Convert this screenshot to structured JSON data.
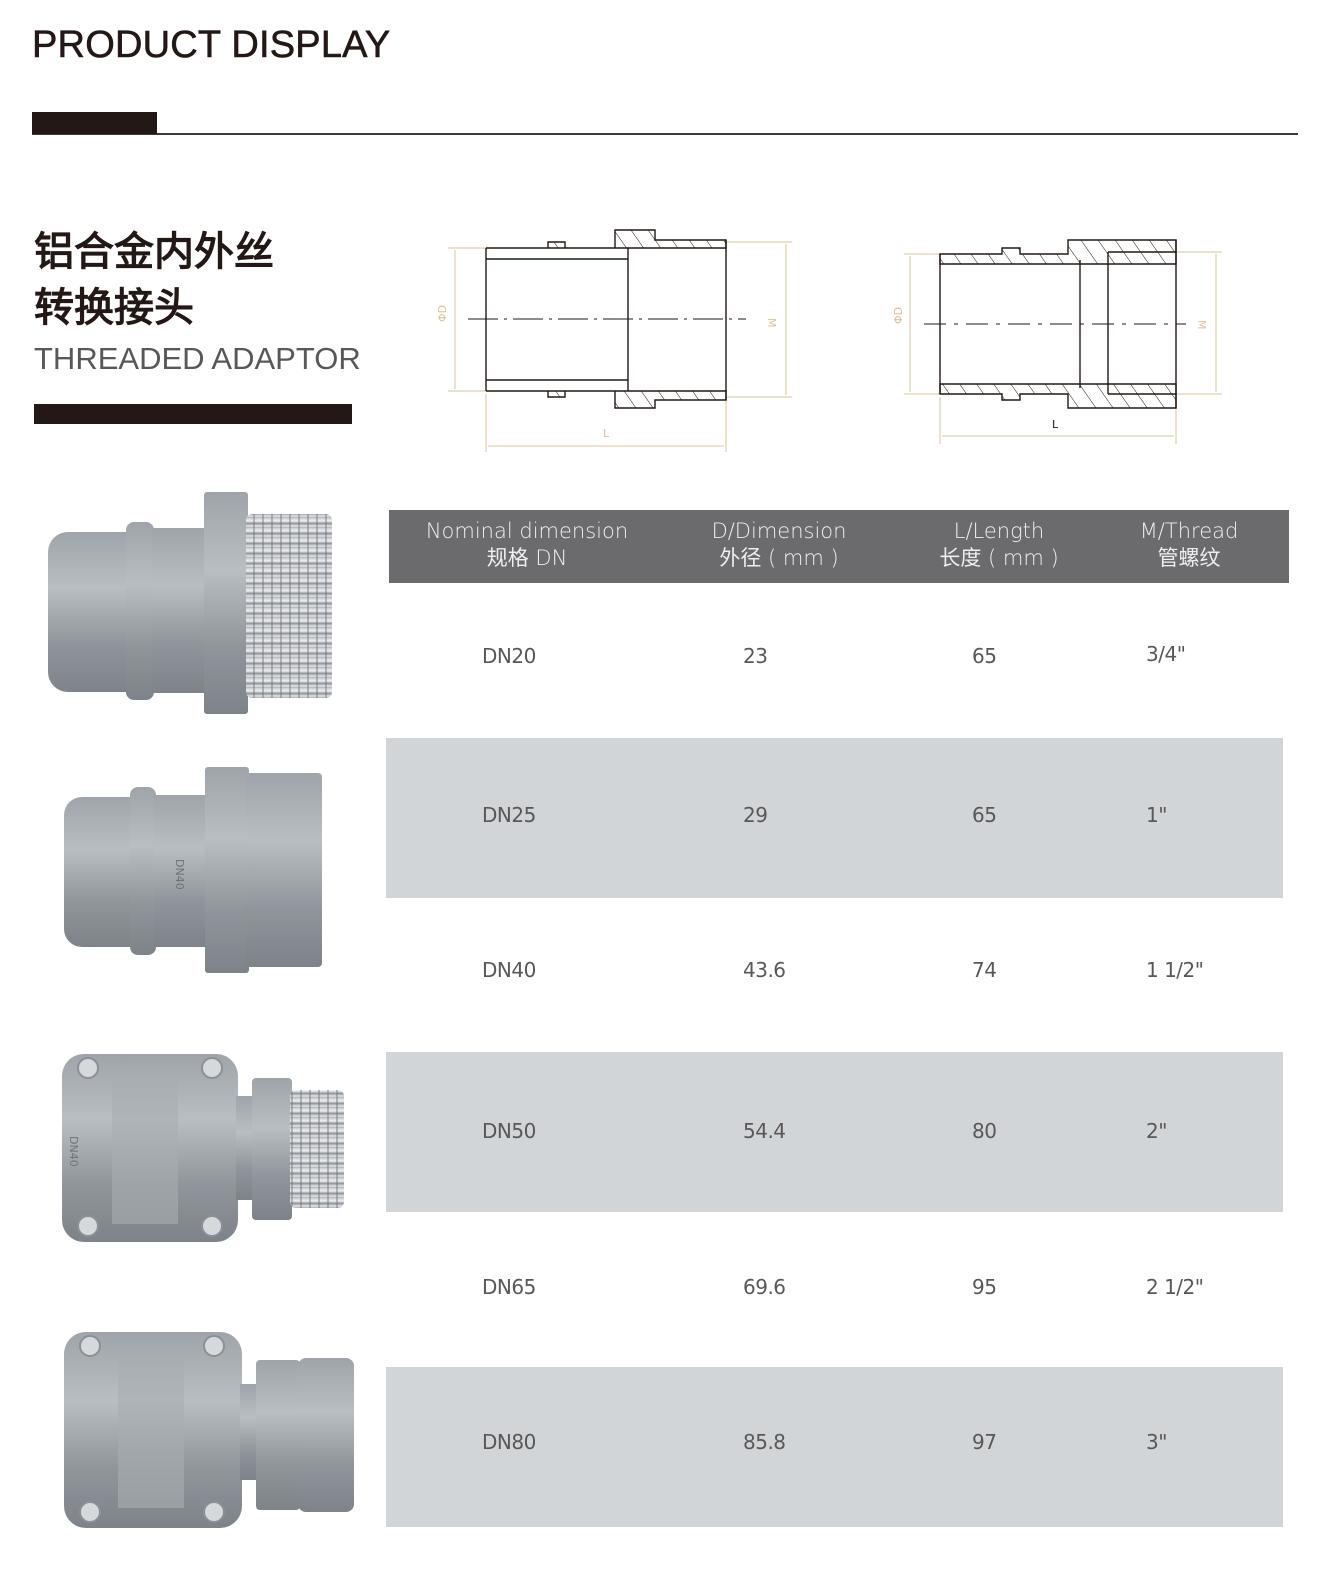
{
  "header": {
    "title": "PRODUCT DISPLAY"
  },
  "product": {
    "name_cn_line1": "铝合金内外丝",
    "name_cn_line2": "转换接头",
    "name_en": "THREADED ADAPTOR"
  },
  "drawings": [
    {
      "type": "male-thread-adaptor",
      "labels": {
        "diameter": "ΦD",
        "thread": "M",
        "length": "L"
      }
    },
    {
      "type": "female-thread-adaptor",
      "labels": {
        "diameter": "ΦD",
        "thread": "M",
        "length": "L"
      }
    }
  ],
  "photos": [
    {
      "name": "adaptor-male-small"
    },
    {
      "name": "adaptor-female-small",
      "mark": "DN40"
    },
    {
      "name": "adaptor-male-large-clamp",
      "mark": "DN40"
    },
    {
      "name": "adaptor-female-large-clamp"
    }
  ],
  "table": {
    "columns": [
      {
        "en": "Nominal dimension",
        "cn": "规格  DN"
      },
      {
        "en": "D/Dimension",
        "cn": "外径 ( mm )"
      },
      {
        "en": "L/Length",
        "cn": "长度 ( mm )"
      },
      {
        "en": "M/Thread",
        "cn": "管螺纹"
      }
    ],
    "rows": [
      {
        "dn": "DN20",
        "d": "23",
        "l": "65",
        "m": "3/4\""
      },
      {
        "dn": "DN25",
        "d": "29",
        "l": "65",
        "m": "1\""
      },
      {
        "dn": "DN40",
        "d": "43.6",
        "l": "74",
        "m": "1 1/2\""
      },
      {
        "dn": "DN50",
        "d": "54.4",
        "l": "80",
        "m": "2\""
      },
      {
        "dn": "DN65",
        "d": "69.6",
        "l": "95",
        "m": "2 1/2\""
      },
      {
        "dn": "DN80",
        "d": "85.8",
        "l": "97",
        "m": "3\""
      }
    ]
  },
  "colors": {
    "title_text": "#231815",
    "subtitle_text": "#595757",
    "header_bg": "#6b6b6e",
    "band_bg": "#d2d5d7",
    "dimension_line": "#d9c49a"
  }
}
